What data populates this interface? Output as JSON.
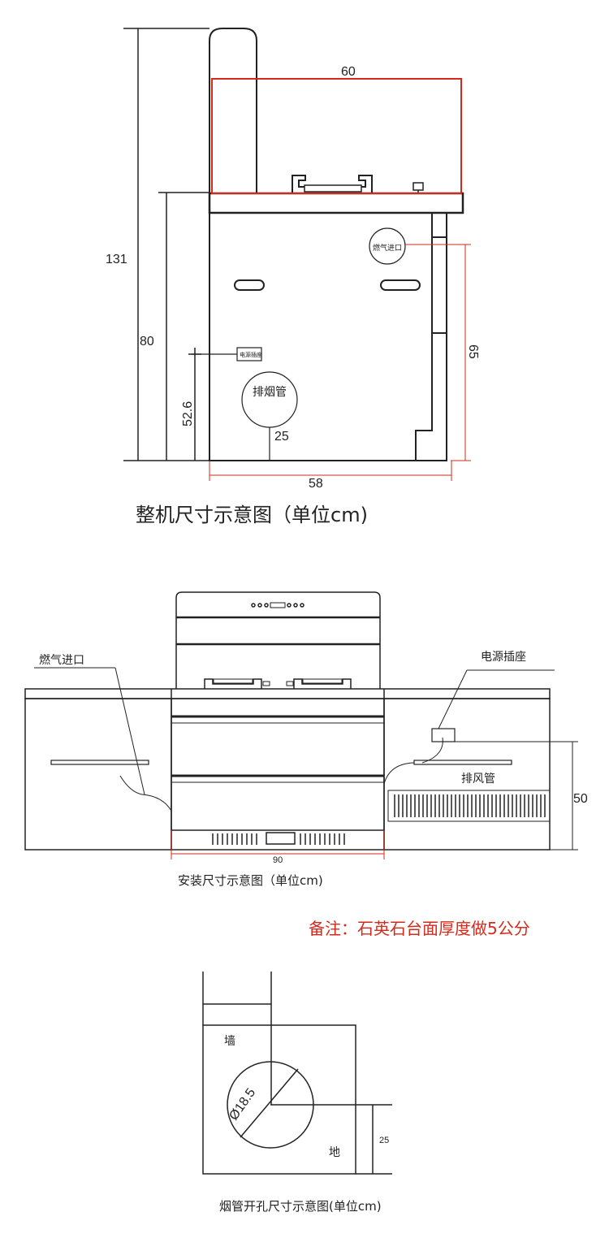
{
  "diagram1": {
    "dim_height_total": "131",
    "dim_counter_height": "80",
    "dim_socket_height": "52.6",
    "dim_width": "60",
    "dim_depth": "58",
    "dim_gas_inlet": "65",
    "dim_pipe_pos": "25",
    "label_power_box": "电源插座",
    "label_gas_inlet": "燃气进口",
    "label_exhaust_pipe": "排烟管",
    "caption": "整机尺寸示意图（单位cm)"
  },
  "diagram2": {
    "label_gas_inlet": "燃气进口",
    "label_power_socket": "电源插座",
    "label_exhaust": "排风管",
    "dim_height": "50",
    "dim_width": "90",
    "caption": "安装尺寸示意图（单位cm)"
  },
  "note": "备注：石英石台面厚度做5公分",
  "diagram3": {
    "label_wall": "墙",
    "label_floor": "地",
    "dim_diameter": "Ø18.5",
    "dim_height": "25",
    "caption": "烟管开孔尺寸示意图(单位cm)"
  },
  "colors": {
    "line": "#222222",
    "dimension_red": "#d42a1c"
  }
}
